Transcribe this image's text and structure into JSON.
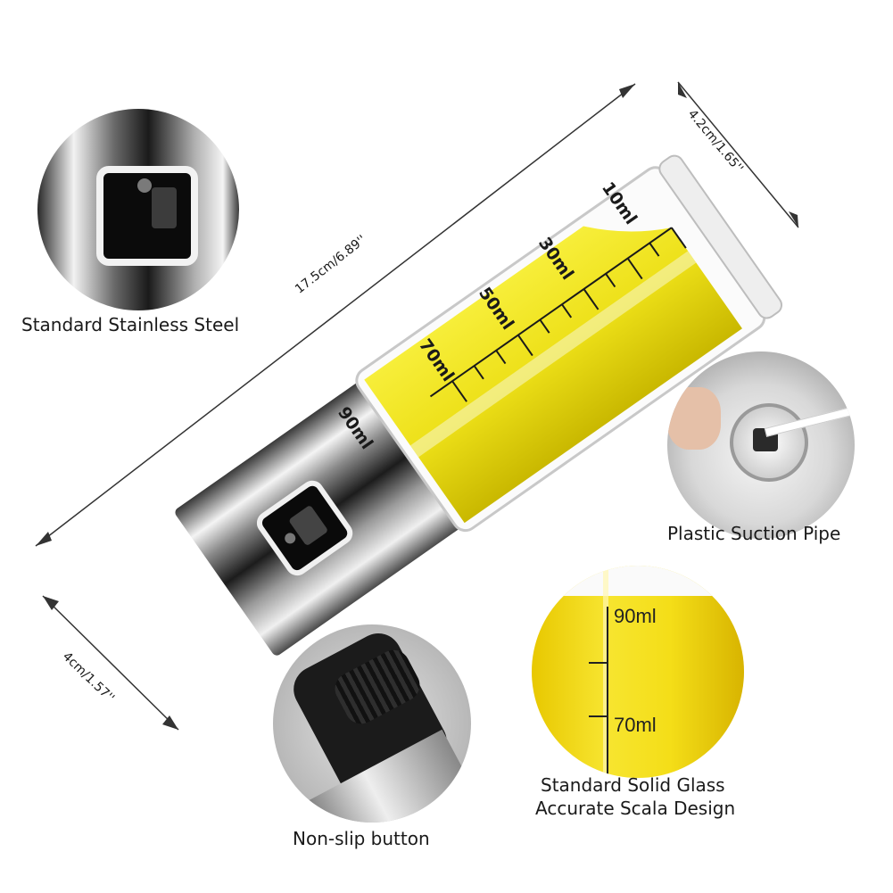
{
  "labels": {
    "stainless": "Standard Stainless Steel",
    "suction": "Plastic Suction Pipe",
    "glass_line1": "Standard Solid Glass",
    "glass_line2": "Accurate Scala Design",
    "button": "Non-slip button"
  },
  "dimensions": {
    "length": "17.5cm/6.89''",
    "top_width": "4.2cm/1.65''",
    "bottom_width": "4cm/1.57''"
  },
  "scale_marks": [
    "10ml",
    "30ml",
    "50ml",
    "70ml",
    "90ml"
  ],
  "detail_scale": [
    "90ml",
    "70ml"
  ],
  "colors": {
    "oil": "#f2e415",
    "oil_dark": "#d9c400",
    "steel_dark": "#1e1e1e",
    "steel_light": "#f1f1f1"
  }
}
